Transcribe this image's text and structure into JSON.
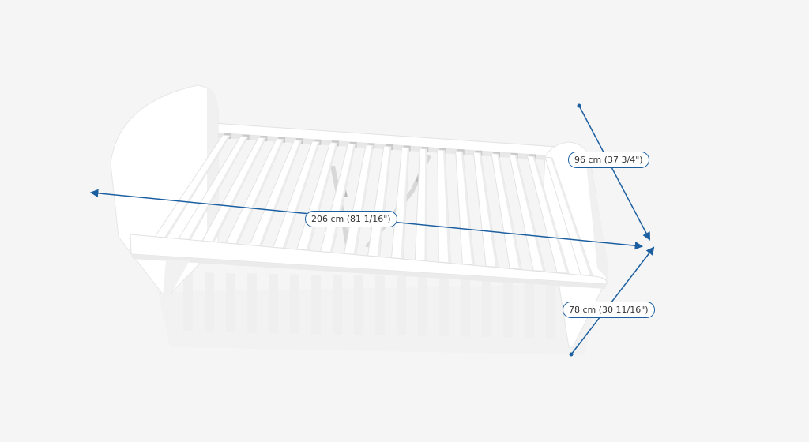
{
  "colors": {
    "background": "#f5f5f5",
    "bed_body": "#ffffff",
    "bed_shade": "#ececec",
    "slat_shadow": "#cfcfcf",
    "dimension_line": "#1c5fa0",
    "label_text": "#333333"
  },
  "dimensions": {
    "length_label": "206 cm (81 1/16\")",
    "width_label": "96 cm (37 3/4\")",
    "height_label": "78 cm (30 11/16\")"
  }
}
